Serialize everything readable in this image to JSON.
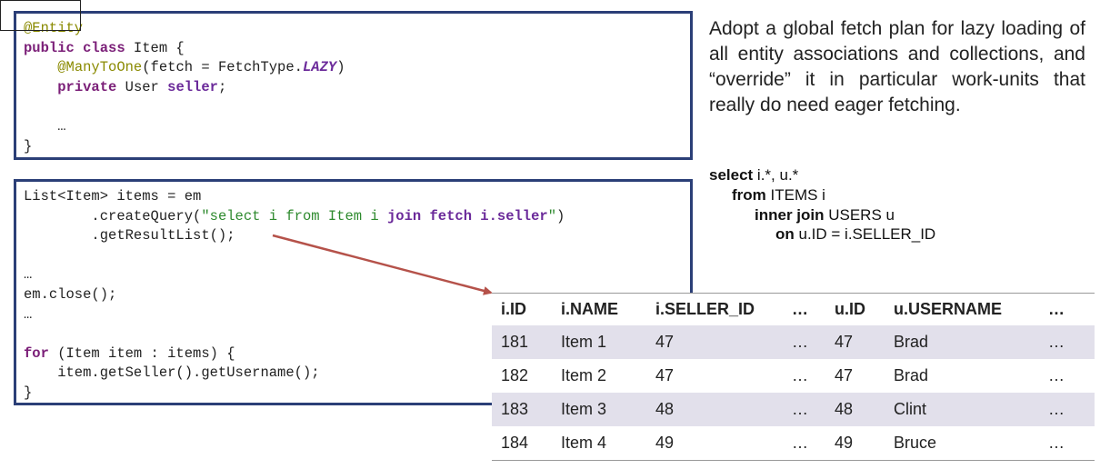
{
  "code1": {
    "lines": [
      [
        {
          "t": "@Entity",
          "c": "ann"
        }
      ],
      [
        {
          "t": "public class",
          "c": "kw"
        },
        {
          "t": " Item {",
          "c": ""
        }
      ],
      [
        {
          "t": "    ",
          "c": ""
        },
        {
          "t": "@ManyToOne",
          "c": "ann"
        },
        {
          "t": "(fetch = FetchType.",
          "c": ""
        },
        {
          "t": "LAZY",
          "c": "lazy"
        },
        {
          "t": ")",
          "c": ""
        }
      ],
      [
        {
          "t": "    ",
          "c": ""
        },
        {
          "t": "private",
          "c": "kw"
        },
        {
          "t": " User ",
          "c": ""
        },
        {
          "t": "seller",
          "c": "fld"
        },
        {
          "t": ";",
          "c": ""
        }
      ],
      [
        {
          "t": "",
          "c": ""
        }
      ],
      [
        {
          "t": "    …",
          "c": ""
        }
      ],
      [
        {
          "t": "}",
          "c": ""
        }
      ]
    ]
  },
  "code2": {
    "lines": [
      [
        {
          "t": "List<Item> items = em",
          "c": ""
        }
      ],
      [
        {
          "t": "        .createQuery(",
          "c": ""
        },
        {
          "t": "\"select i from Item i ",
          "c": "str"
        },
        {
          "t": "join fetch i.seller",
          "c": "fld"
        },
        {
          "t": "\"",
          "c": "str"
        },
        {
          "t": ")",
          "c": ""
        }
      ],
      [
        {
          "t": "        .getResultList();",
          "c": ""
        }
      ],
      [
        {
          "t": "",
          "c": ""
        }
      ],
      [
        {
          "t": "…",
          "c": ""
        }
      ],
      [
        {
          "t": "em.close();",
          "c": ""
        }
      ],
      [
        {
          "t": "…",
          "c": ""
        }
      ],
      [
        {
          "t": "",
          "c": ""
        }
      ],
      [
        {
          "t": "for",
          "c": "kw"
        },
        {
          "t": " (Item item : items) {",
          "c": ""
        }
      ],
      [
        {
          "t": "    item.getSeller().getUsername();",
          "c": ""
        }
      ],
      [
        {
          "t": "}",
          "c": ""
        }
      ]
    ]
  },
  "description": "Adopt a global fetch plan for lazy loading of all entity associations and collections, and “override” it in particular work-units that really do need eager fetching.",
  "sql": {
    "line1_kw": "select",
    "line1_rest": " i.*, u.*",
    "line2_kw": "from",
    "line2_rest": " ITEMS i",
    "line3_kw": "inner join",
    "line3_rest": " USERS u",
    "line4_kw": "on",
    "line4_rest": " u.ID = i.SELLER_ID"
  },
  "table": {
    "headers": [
      "i.ID",
      "i.NAME",
      "i.SELLER_ID",
      "…",
      "u.ID",
      "u.USERNAME",
      "…"
    ],
    "rows": [
      [
        "181",
        "Item 1",
        "47",
        "…",
        "47",
        "Brad",
        "…"
      ],
      [
        "182",
        "Item 2",
        "47",
        "…",
        "47",
        "Brad",
        "…"
      ],
      [
        "183",
        "Item 3",
        "48",
        "…",
        "48",
        "Clint",
        "…"
      ],
      [
        "184",
        "Item 4",
        "49",
        "…",
        "49",
        "Bruce",
        "…"
      ]
    ]
  },
  "colors": {
    "border": "#2b3f77",
    "arrow": "#b5524a",
    "row_shade": "#e2e0eb"
  }
}
